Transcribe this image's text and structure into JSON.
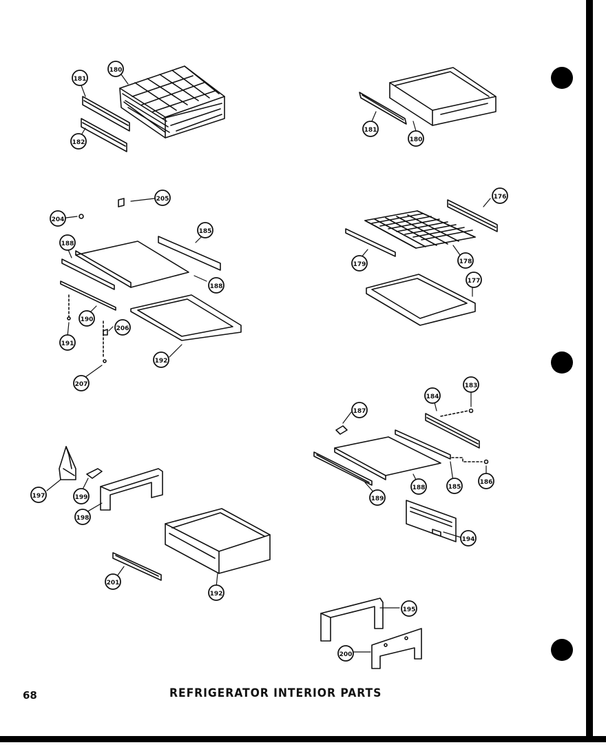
{
  "page": {
    "number": "68",
    "title": "REFRIGERATOR INTERIOR PARTS"
  },
  "callouts": {
    "c181_a": "181",
    "c180_a": "180",
    "c182_a": "182",
    "c181_b": "181",
    "c180_b": "180",
    "c205": "205",
    "c204": "204",
    "c185_a": "185",
    "c188_a": "188",
    "c188_b": "188",
    "c190_a": "190",
    "c206": "206",
    "c191": "191",
    "c192_a": "192",
    "c207": "207",
    "c176": "176",
    "c179_a": "179",
    "c178": "178",
    "c177": "177",
    "c187": "187",
    "c184": "184",
    "c183": "183",
    "c189": "189",
    "c188_c": "188",
    "c185_b": "185",
    "c186": "186",
    "c194": "194",
    "c197": "197",
    "c199": "199",
    "c198": "198",
    "c201": "201",
    "c192_b": "192",
    "c195": "195",
    "c200": "200"
  },
  "colors": {
    "ink": "#111111",
    "paper": "#ffffff"
  }
}
